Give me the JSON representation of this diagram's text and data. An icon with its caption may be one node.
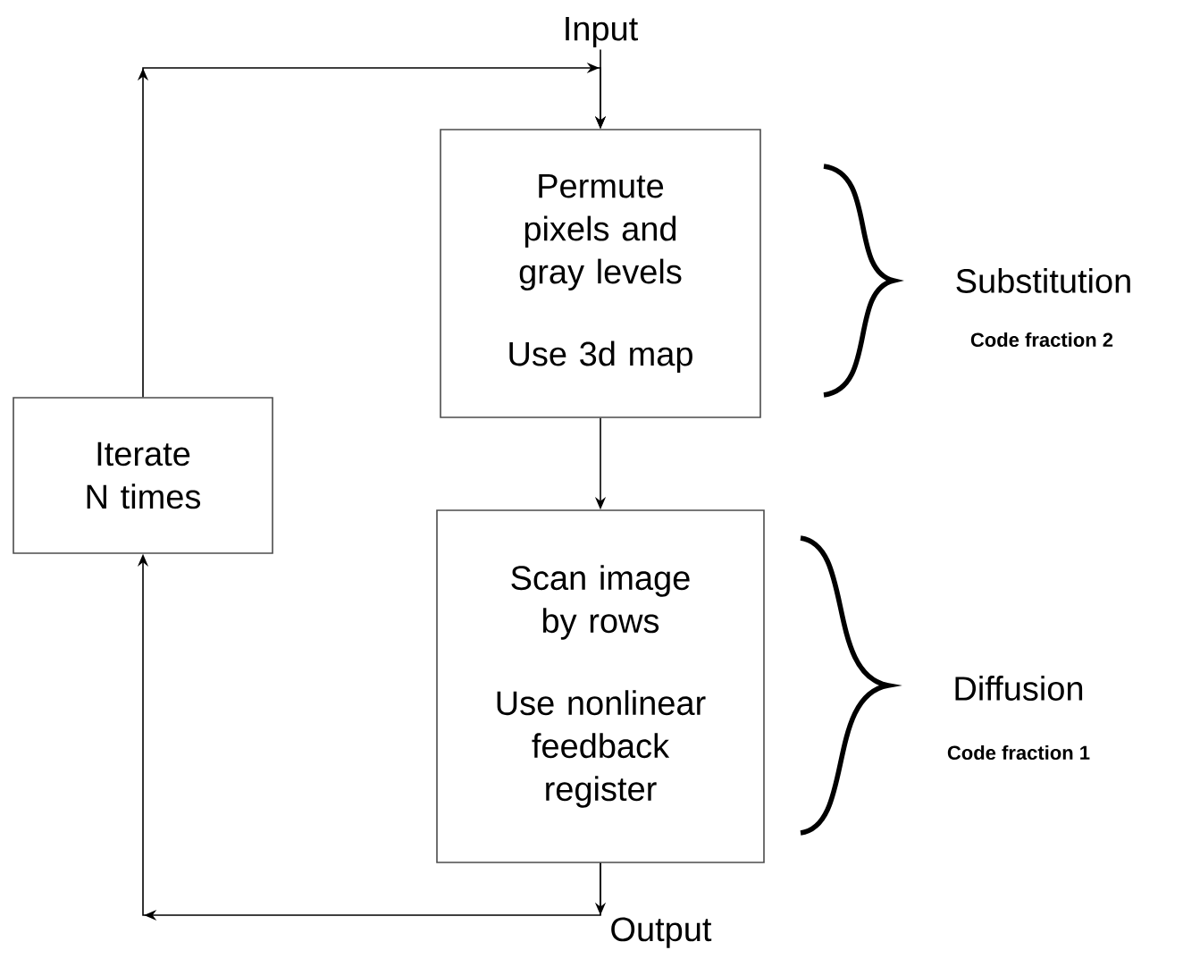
{
  "diagram": {
    "nodes": [
      {
        "text": [
          "Input"
        ]
      },
      {
        "text": [
          "Permute pixels and gray levels",
          "Use 3d map"
        ]
      },
      {
        "text": [
          "Scan image by rows",
          "Use nonlinear feedback register"
        ]
      },
      {
        "text": [
          "Output"
        ]
      },
      {
        "text": [
          "Iterate N times"
        ]
      }
    ],
    "edges": [
      {
        "from": 0,
        "to": 1,
        "arrow": "to"
      },
      {
        "from": 4,
        "to": 1,
        "arrow": "to"
      },
      {
        "from": 1,
        "to": 2,
        "arrow": "to"
      },
      {
        "from": 2,
        "to": 3,
        "arrow": "to"
      },
      {
        "from": 2,
        "to": 4,
        "arrow": "to"
      }
    ],
    "labels": [
      "Substitution",
      "Code fraction 2",
      "Diffusion",
      "Code fraction 1"
    ]
  }
}
